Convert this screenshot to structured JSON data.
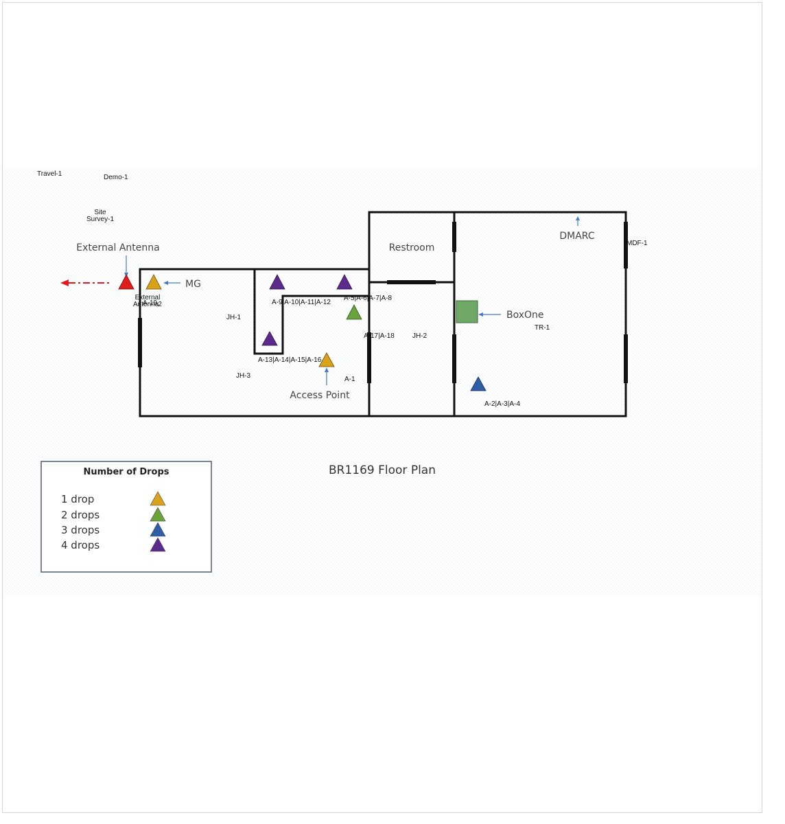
{
  "colors": {
    "drop1": "#d8a31a",
    "drop2": "#6aa33a",
    "drop3": "#2f5ea8",
    "drop4": "#5b2a8c",
    "external": "#e11b1b",
    "arrow": "#4a78c8",
    "boxone": "#6fa866"
  },
  "labels": {
    "travel": "Travel-1",
    "demo": "Demo-1",
    "site_line1": "Site",
    "site_line2": "Survey-1",
    "external_antenna": "External Antenna",
    "mg": "MG",
    "ext_line1": "External",
    "ext_line2": "Antenna",
    "a19": "A-19",
    "a2_short": "-2",
    "a9_12": "A-9|A-10|A-11|A-12",
    "a5_8": "A-5|A-6|A-7|A-8",
    "jh1": "JH-1",
    "a17_18": "A-17|A-18",
    "jh2": "JH-2",
    "a13_16": "A-13|A-14|A-15|A-16",
    "jh3": "JH-3",
    "a1": "A-1",
    "access_point": "Access Point",
    "restroom": "Restroom",
    "dmarc": "DMARC",
    "mdf": "MDF-1",
    "boxone": "BoxOne",
    "tr1": "TR-1",
    "a2_4": "A-2|A-3|A-4",
    "plan_title": "BR1169 Floor Plan"
  },
  "legend": {
    "title": "Number of Drops",
    "items": [
      {
        "label": "1 drop",
        "color": "#d8a31a"
      },
      {
        "label": "2 drops",
        "color": "#6aa33a"
      },
      {
        "label": "3 drops",
        "color": "#2f5ea8"
      },
      {
        "label": "4 drops",
        "color": "#5b2a8c"
      }
    ]
  }
}
